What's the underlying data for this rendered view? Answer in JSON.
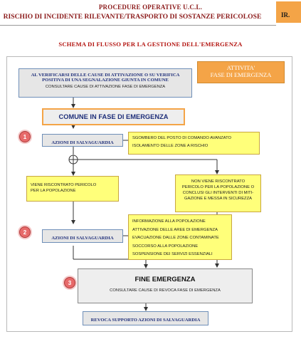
{
  "header": {
    "line1": "PROCEDURE OPERATIVE U.C.L.",
    "line2": "RISCHIO DI INCIDENTE RILEVANTE/TRASPORTO DI SOSTANZE PERICOLOSE",
    "code": "IR."
  },
  "diagram": {
    "title": "SCHEMA DI FLUSSO PER LA GESTIONE DELL'EMERGENZA",
    "activity_label": [
      "ATTIVITA'",
      "FASE DI EMERGENZA"
    ],
    "top_box": {
      "line1": "AL VERIFICARSI DELLE CAUSE DI ATTIVAZIONE O SU VERIFICA",
      "line2": "POSITIVA DI UNA SEGNALAZIONE GIUNTA IN COMUNE",
      "line3": "CONSULTARE CAUSE DI ATTIVAZIONE FASE DI EMERGENZA"
    },
    "phase_box": "COMUNE IN FASE DI EMERGENZA",
    "step1": {
      "number": "1",
      "label": "AZIONI DI SALVAGUARDIA",
      "actions": [
        "SGOMBERO DEL POSTO DI COMANDO AVANZATO",
        "ISOLAMENTO DELLE ZONE A RISCHIO"
      ]
    },
    "danger_found": [
      "VIENE RISCONTRATO PERICOLO",
      "PER LA POPOLAZIONE"
    ],
    "danger_not_found": [
      "NON VIENE RISCONTRATO",
      "PERICOLO PER LA POPOLAZIONE O",
      "CONCLUSI GLI INTERVENTI DI MITI-",
      "GAZIONE E MESSA IN SICUREZZA"
    ],
    "step2": {
      "number": "2",
      "label": "AZIONI DI SALVAGUARDIA",
      "actions": [
        "INFORMAZIONE ALLA POPOLAZIONE",
        "ATTIVAZIONE DELLE AREE DI EMERGENZA",
        "EVACUAZIONE DALLE ZONE CONTAMINATE",
        "SOCCORSO ALLA POPOLAZIONE",
        "SOSPENSIONE DEI SERVIZI ESSENZIALI"
      ]
    },
    "step3": {
      "number": "3",
      "title": "FINE EMERGENZA",
      "subtitle": "CONSULTARE CAUSE DI REVOCA FASE DI EMERGENZA"
    },
    "final_box": "REVOCA SUPPORTO AZIONI DI SALVAGUARDIA",
    "colors": {
      "header": "#8b1a1a",
      "accent_orange": "#f4a447",
      "number_red": "#e76a6a",
      "note_yellow": "#ffff7a",
      "label_blue": "#1f2f7a"
    }
  }
}
